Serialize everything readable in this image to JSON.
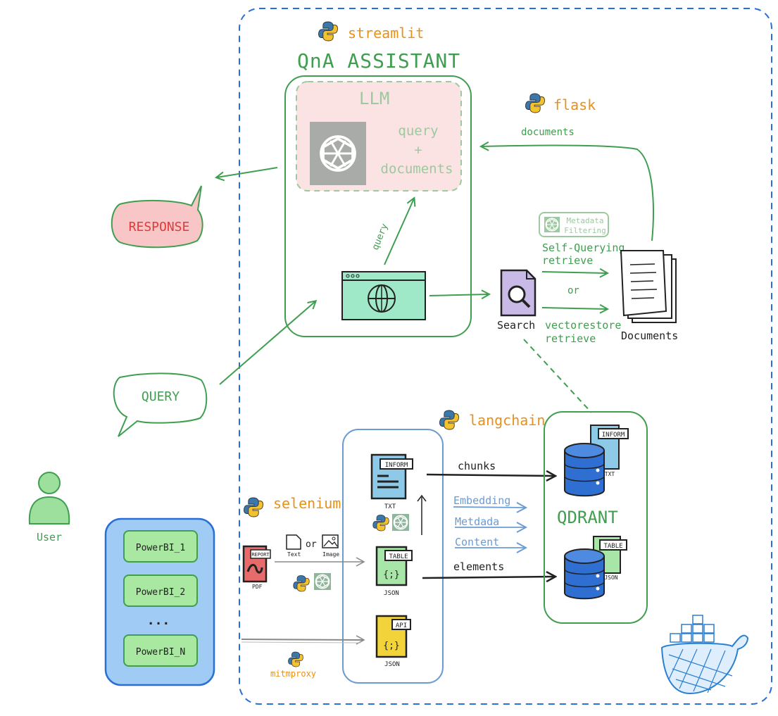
{
  "header": {
    "streamlit_label": "streamlit",
    "assistant_title": "QnA ASSISTANT"
  },
  "llm_box": {
    "title": "LLM",
    "line1": "query",
    "line2": "+",
    "line3": "documents"
  },
  "flask": {
    "label": "flask",
    "edge_label": "documents"
  },
  "response": {
    "label": "RESPONSE"
  },
  "query_bubble": {
    "label": "QUERY"
  },
  "query_arrow_label": "query",
  "metadata_badge": {
    "line1": "Metadata",
    "line2": "Filtering"
  },
  "retrieval": {
    "self_query_line1": "Self-Querying",
    "self_query_line2": "retrieve",
    "or_label": "or",
    "vector_line1": "vectorestore",
    "vector_line2": "retrieve"
  },
  "search": {
    "label": "Search"
  },
  "documents": {
    "label": "Documents"
  },
  "langchain": {
    "label": "langchain"
  },
  "qdrant": {
    "label": "QDRANT"
  },
  "cards": {
    "inform": "INFORM",
    "txt": "TXT",
    "table": "TABLE",
    "json": "JSON",
    "api": "API",
    "report": "REPORT",
    "pdf": "PDF",
    "text": "Text",
    "image": "Image",
    "or": "or"
  },
  "edges": {
    "chunks": "chunks",
    "elements": "elements",
    "embedding": "Embedding",
    "metadata": "Metdada",
    "content": "Content"
  },
  "selenium": {
    "label": "selenium"
  },
  "mitmproxy": {
    "label": "mitmproxy"
  },
  "user": {
    "label": "User"
  },
  "powerbi": {
    "items": [
      "PowerBI_1",
      "PowerBI_2",
      "...",
      "PowerBI_N"
    ]
  },
  "colors": {
    "green": "#3f9e4f",
    "orange": "#e8901a",
    "blue_dash": "#2a6fd6",
    "pink": "#f5c9c9",
    "langchain_blue": "#6c9bd2"
  }
}
